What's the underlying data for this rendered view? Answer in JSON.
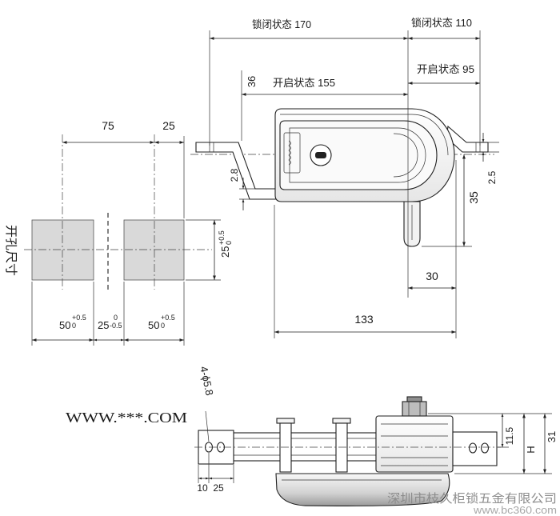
{
  "top_view": {
    "closed_state_170": "锁闭状态 170",
    "closed_state_110": "锁闭状态 110",
    "open_state_155": "开启状态 155",
    "open_state_95": "开启状态 95",
    "dim_36": "36",
    "dim_2_8": "2.8",
    "dim_2_5": "2.5",
    "dim_35": "35",
    "dim_30": "30",
    "dim_133": "133"
  },
  "cutout": {
    "label": "开孔尺寸",
    "dim_75": "75",
    "dim_25": "25",
    "height": {
      "value": "25",
      "upper": "+0.5",
      "lower": "0"
    },
    "left_width": {
      "value": "50",
      "upper": "+0.5",
      "lower": "0"
    },
    "gap": {
      "value": "25",
      "upper": "0",
      "lower": "-0.5"
    },
    "right_width": {
      "value": "50",
      "upper": "+0.5",
      "lower": "0"
    }
  },
  "side_view": {
    "holes": "4-ϕ5.8",
    "dim_10": "10",
    "dim_25": "25",
    "dim_11_5": "11.5",
    "dim_h": "H",
    "dim_31": "31"
  },
  "website_label": "WWW.***.COM",
  "watermark": {
    "company": "深圳市枝久柜锁五金有限公司",
    "url": "www.bc360.com"
  }
}
